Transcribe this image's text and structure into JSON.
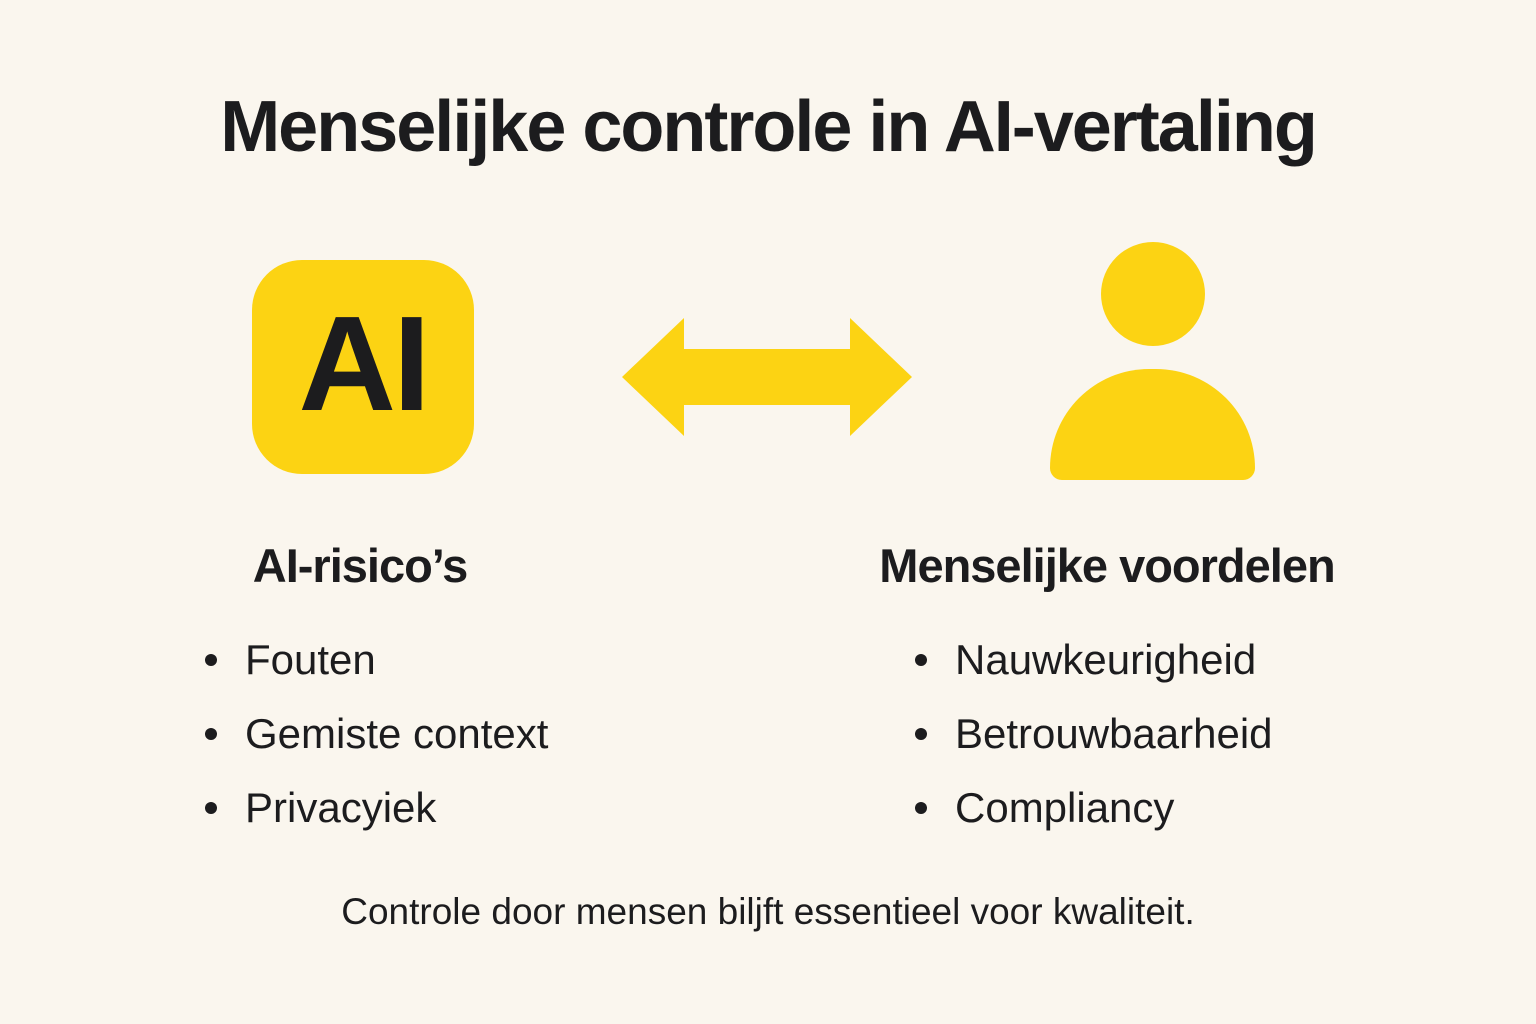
{
  "page": {
    "title": "Menselijke controle in AI-vertaling"
  },
  "ai_badge": {
    "label": "AI"
  },
  "left_column": {
    "heading": "AI-risico’s",
    "items": [
      "Fouten",
      "Gemiste context",
      "Privacyiek"
    ]
  },
  "right_column": {
    "heading": "Menselijke voordelen",
    "items": [
      "Nauwkeurigheid",
      "Betrouwbaarheid",
      "Compliancy"
    ]
  },
  "footer": {
    "note": "Controle door mensen biljft essentieel voor kwaliteit."
  },
  "icons": {
    "ai_badge": "ai-badge-icon",
    "arrow": "double-arrow-icon",
    "person": "person-icon"
  },
  "colors": {
    "background": "#FAF6EE",
    "accent_yellow": "#FCD313",
    "text": "#1C1C1E"
  }
}
